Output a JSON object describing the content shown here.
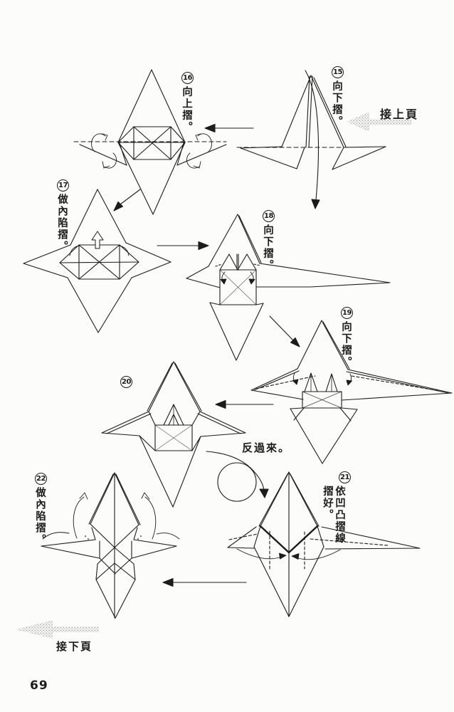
{
  "page": {
    "number": "69",
    "bg_color": "#fcfcfa",
    "ink_color": "#1c1c1c",
    "halftone_gray": "#b8b8b8",
    "continue_prev": "接上頁",
    "continue_next": "接下頁",
    "turn_over": "反過來。"
  },
  "steps": [
    {
      "num": "15",
      "label": "向下摺。"
    },
    {
      "num": "16",
      "label": "向上摺。"
    },
    {
      "num": "17",
      "label": "做內陷摺。"
    },
    {
      "num": "18",
      "label": "向下摺。"
    },
    {
      "num": "19",
      "label": "向下摺。"
    },
    {
      "num": "20",
      "label": ""
    },
    {
      "num": "21",
      "label": "依凹凸摺線摺好。"
    },
    {
      "num": "22",
      "label": "做內陷摺。"
    }
  ],
  "icons": {
    "continue_prev_arrow": "halftone-arrow-left",
    "continue_next_arrow": "halftone-arrow-left",
    "turn_over_arrow": "loop-arrow",
    "step_transition_arrow": "solid-black-arrow",
    "fold_arrows": "curled-fold-arrows"
  }
}
